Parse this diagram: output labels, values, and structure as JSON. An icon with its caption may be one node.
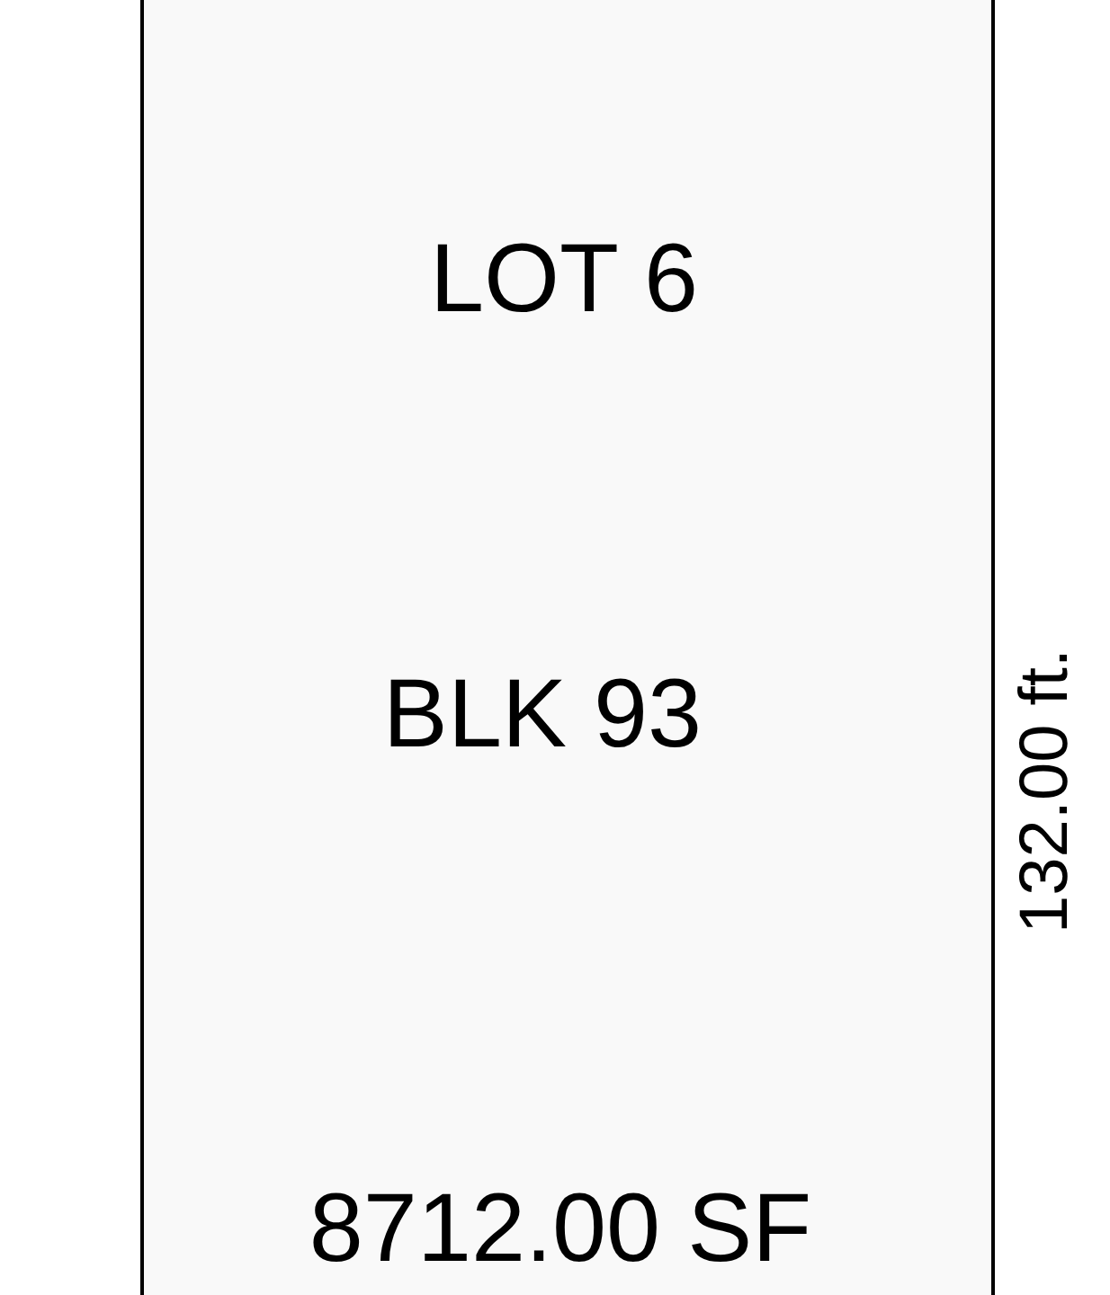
{
  "diagram": {
    "nodes": [
      {
        "text": [
          "LOT 6",
          "BLK 93",
          "8712.00 SF"
        ]
      }
    ],
    "edges": [],
    "labels": [
      "132.00 ft."
    ]
  }
}
